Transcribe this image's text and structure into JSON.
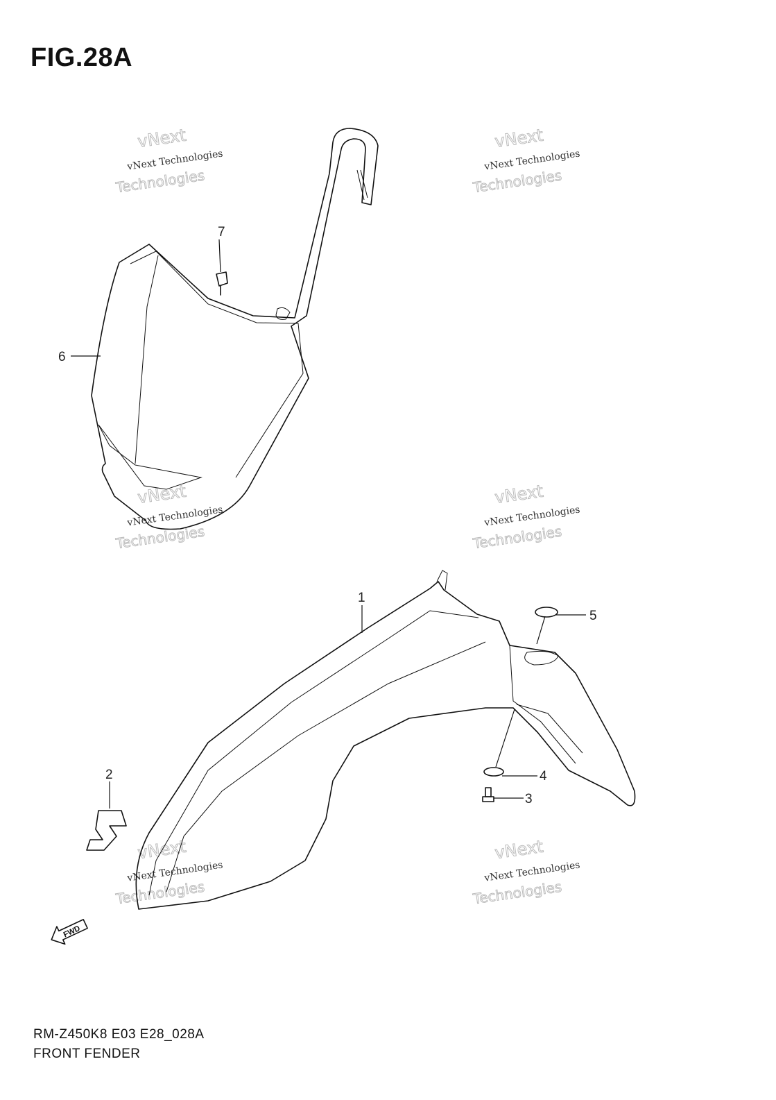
{
  "figure": {
    "title": "FIG.28A"
  },
  "callouts": [
    {
      "id": "1",
      "label": "1"
    },
    {
      "id": "2",
      "label": "2"
    },
    {
      "id": "3",
      "label": "3"
    },
    {
      "id": "4",
      "label": "4"
    },
    {
      "id": "5",
      "label": "5"
    },
    {
      "id": "6",
      "label": "6"
    },
    {
      "id": "7",
      "label": "7"
    }
  ],
  "watermark": {
    "line1": "vNext Technologies",
    "line2": "vNext",
    "line3": "Technologies"
  },
  "direction_badge": {
    "label": "FWD"
  },
  "footer": {
    "code": "RM-Z450K8 E03 E28_028A",
    "name": "FRONT FENDER"
  },
  "colors": {
    "line": "#111111",
    "watermark": "#bbbbbb"
  }
}
